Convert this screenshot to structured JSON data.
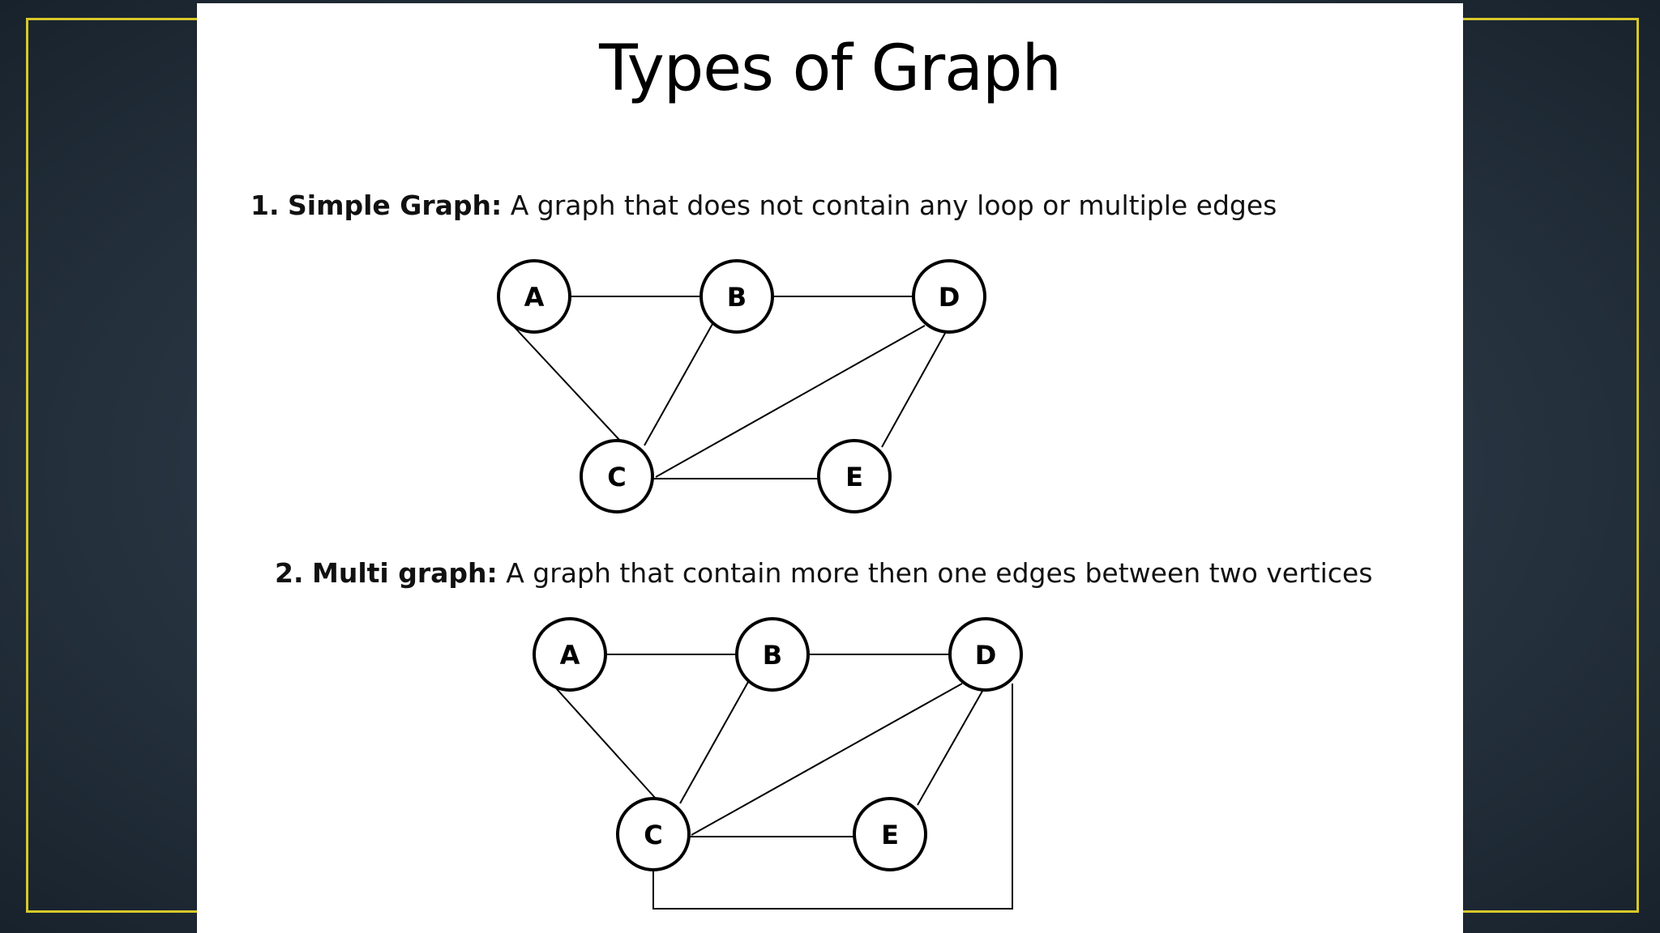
{
  "title": "Types of Graph",
  "definitions": [
    {
      "number": "1.",
      "term": "Simple Graph:",
      "text": "A graph that does not contain any loop or multiple  edges"
    },
    {
      "number": "2.",
      "term": "Multi graph:",
      "text": "A graph that contain more then one edges between two vertices"
    }
  ],
  "graphs": [
    {
      "nodes": [
        {
          "id": "A",
          "label": "A"
        },
        {
          "id": "B",
          "label": "B"
        },
        {
          "id": "D",
          "label": "D"
        },
        {
          "id": "C",
          "label": "C"
        },
        {
          "id": "E",
          "label": "E"
        }
      ],
      "edges": [
        [
          "A",
          "B"
        ],
        [
          "B",
          "D"
        ],
        [
          "A",
          "C"
        ],
        [
          "B",
          "C"
        ],
        [
          "C",
          "D"
        ],
        [
          "D",
          "E"
        ],
        [
          "C",
          "E"
        ]
      ]
    },
    {
      "nodes": [
        {
          "id": "A",
          "label": "A"
        },
        {
          "id": "B",
          "label": "B"
        },
        {
          "id": "D",
          "label": "D"
        },
        {
          "id": "C",
          "label": "C"
        },
        {
          "id": "E",
          "label": "E"
        }
      ],
      "edges": [
        [
          "A",
          "B"
        ],
        [
          "B",
          "D"
        ],
        [
          "A",
          "C"
        ],
        [
          "B",
          "C"
        ],
        [
          "C",
          "D"
        ],
        [
          "D",
          "E"
        ],
        [
          "C",
          "E"
        ],
        [
          "C",
          "D"
        ]
      ]
    }
  ],
  "colors": {
    "frame": "#d8c82a",
    "slide": "#ffffff"
  }
}
